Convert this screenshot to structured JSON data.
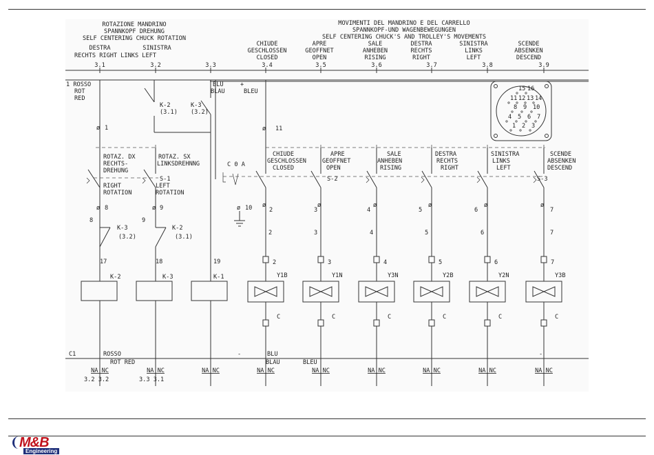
{
  "header": {
    "left_title": [
      "ROTAZIONE MANDRINO",
      "SPANNKOPF DREHUNG",
      "SELF CENTERING CHUCK ROTATION"
    ],
    "left_sub_a": "DESTRA",
    "left_sub_b": "SINISTRA",
    "left_sub_c": "RECHTS  RIGHT LINKS    LEFT",
    "right_title": [
      "MOVIMENTI DEL MANDRINO E DEL CARRELLO",
      "SPANNKOPF-UND WAGENBEWEGUNGEN",
      "SELF CENTERING CHUCK'S AND TROLLEY'S MOVEMENTS"
    ],
    "columns": [
      {
        "lines": [
          "CHIUDE",
          "GESCHLOSSEN",
          "CLOSED"
        ],
        "ref": "3.4"
      },
      {
        "lines": [
          "APRE",
          "GEOFFNET",
          "OPEN"
        ],
        "ref": "3.5"
      },
      {
        "lines": [
          "SALE",
          "ANHEBEN",
          "RISING"
        ],
        "ref": "3.6"
      },
      {
        "lines": [
          "DESTRA",
          "RECHTS",
          "RIGHT"
        ],
        "ref": "3.7"
      },
      {
        "lines": [
          "SINISTRA",
          "LINKS",
          "LEFT"
        ],
        "ref": "3.8"
      },
      {
        "lines": [
          "SCENDE",
          "ABSENKEN",
          "DESCEND"
        ],
        "ref": "3.9"
      }
    ],
    "left_refs": [
      "3.1",
      "3.2",
      "3.3"
    ]
  },
  "wires_top": {
    "rosso": [
      "1 ROSSO",
      "ROT",
      "RED"
    ],
    "blu": [
      "BLU",
      "BLAU"
    ],
    "plus": "+",
    "bleu": "BLEU"
  },
  "relays_top": {
    "k2": [
      "K-2",
      "(3.1)"
    ],
    "k3": [
      "K-3",
      "(3.2)"
    ]
  },
  "nodes": {
    "n1": "1",
    "n11": "11",
    "n8": "8",
    "n9": "9",
    "n10": "10",
    "w8": "8",
    "w9": "9"
  },
  "rotation_switch": {
    "dx": [
      "ROTAZ. DX",
      "RECHTS-",
      "DREHUNG"
    ],
    "sx": [
      "ROTAZ. SX",
      "LINKSDREHNNG"
    ],
    "s1": "S-1",
    "right": [
      "RIGHT",
      "ROTATION"
    ],
    "left": [
      "LEFT",
      "ROTATION"
    ]
  },
  "movement_labels": [
    [
      "CHIUDE",
      "GESCHLOSSEN",
      "CLOSED"
    ],
    [
      "APRE",
      "GEOFFNET",
      "OPEN"
    ],
    [
      "SALE",
      "ANHEBEN",
      "RISING"
    ],
    [
      "DESTRA",
      "RECHTS",
      "RIGHT"
    ],
    [
      "SINISTRA",
      "LINKS",
      "LEFT"
    ],
    [
      "SCENDE",
      "ABSENKEN",
      "DESCEND"
    ]
  ],
  "c0a": "C 0 A",
  "s2": "S-2",
  "s3": "S-3",
  "contacts_mid": {
    "k3": [
      "K-3",
      "(3.2)"
    ],
    "k2": [
      "K-2",
      "(3.1)"
    ]
  },
  "wire_numbers": [
    "17",
    "18",
    "19"
  ],
  "coils": [
    "K-2",
    "K-3",
    "K-1"
  ],
  "valves": [
    {
      "wire": "2",
      "term": "2",
      "name": "Y1B"
    },
    {
      "wire": "3",
      "term": "3",
      "name": "Y1N"
    },
    {
      "wire": "4",
      "term": "4",
      "name": "Y3N"
    },
    {
      "wire": "5",
      "term": "5",
      "name": "Y2B"
    },
    {
      "wire": "6",
      "term": "6",
      "name": "Y2N"
    },
    {
      "wire": "7",
      "term": "7",
      "name": "Y3B"
    }
  ],
  "valve_c": "C",
  "node_labels_sw": [
    "2",
    "3",
    "4",
    "5",
    "6",
    "7"
  ],
  "bottom": {
    "c1": "C1",
    "rosso": "ROSSO",
    "rot_red": "ROT  RED",
    "minus": "-",
    "blu": "BLU",
    "blau": "BLAU",
    "bleu": "BLEU",
    "minus2": "-",
    "nanc": "NA NC",
    "refs": [
      "3.2 3.2",
      "3.3 3.1"
    ]
  },
  "connector_pins": [
    "15",
    "16",
    "11",
    "12",
    "13",
    "14",
    "8",
    "9",
    "10",
    "4",
    "5",
    "6",
    "7",
    "1",
    "2",
    "3"
  ],
  "logo": {
    "main": "M&B",
    "sub": "Engineering"
  }
}
